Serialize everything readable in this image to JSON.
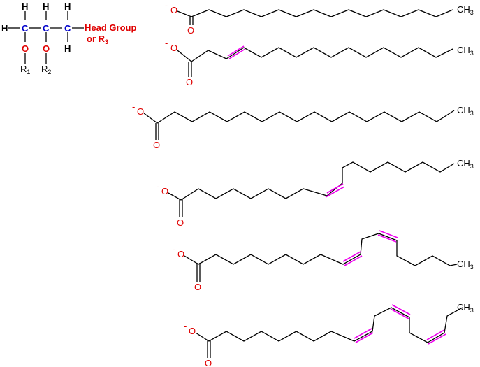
{
  "glycerol": {
    "h1": "H",
    "h2": "H",
    "h3": "H",
    "h4": "H",
    "h5": "H",
    "c1": "C",
    "c2": "C",
    "c3": "C",
    "o1": "O",
    "o2": "O",
    "r1": "R",
    "r1_sub": "1",
    "r2": "R",
    "r2_sub": "2",
    "head_group": "Head Group",
    "or_r3": "or R",
    "r3_sub": "3"
  },
  "fatty_acids": [
    {
      "anion": "-",
      "o": "O",
      "methyl": "CH",
      "sub": "3"
    },
    {
      "anion": "-",
      "o": "O",
      "methyl": "CH",
      "sub": "3"
    },
    {
      "anion": "-",
      "o": "O",
      "methyl": "CH",
      "sub": "3"
    },
    {
      "anion": "-",
      "o": "O",
      "methyl": "CH",
      "sub": "3"
    },
    {
      "anion": "-",
      "o": "O",
      "methyl": "CH",
      "sub": "3"
    },
    {
      "anion": "-",
      "o": "O",
      "methyl": "CH",
      "sub": "3"
    }
  ],
  "colors": {
    "oxygen": "#e00000",
    "carbon": "#0000cc",
    "double_bond": "#ee00ee"
  }
}
